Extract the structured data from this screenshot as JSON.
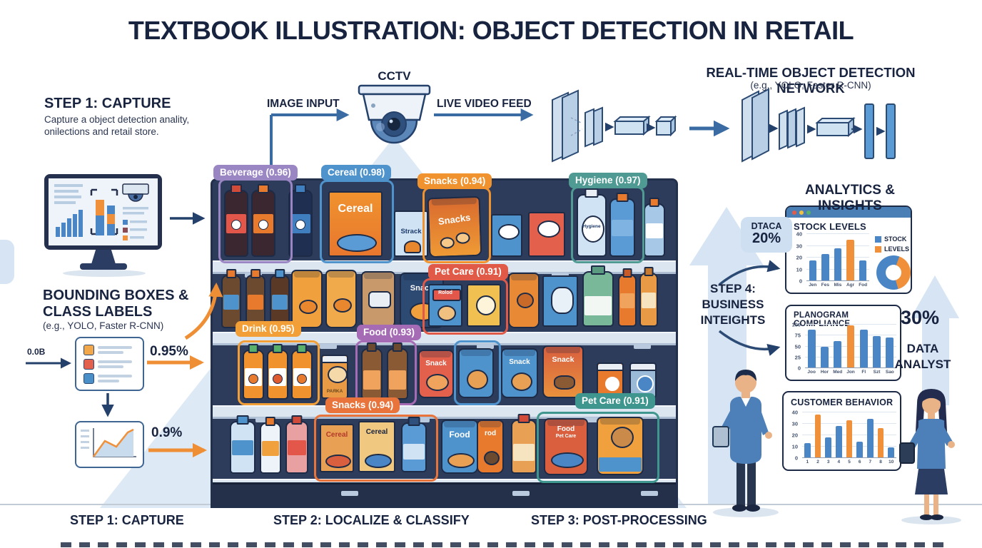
{
  "title": "TEXTBOOK ILLUSTRATION: OBJECT DETECTION IN RETAIL",
  "step1": {
    "heading": "STEP 1: CAPTURE",
    "desc_line1": "Capture a object detection anality,",
    "desc_line2": "onilections and retail store."
  },
  "capture": {
    "cctv": "CCTV",
    "image_input": "IMAGE INPUT",
    "live_video_feed": "LIVE VIDEO FEED"
  },
  "network": {
    "title": "REAL-TIME OBJECT DETECTION NETWORK",
    "subtitle": "(e.g., YOLO, Faster R-CNN)"
  },
  "bounding": {
    "heading_line1": "BOUNDING BOXES &",
    "heading_line2": "CLASS LABELS",
    "subtitle": "(e.g., YOLO, Faster R-CNN)",
    "input_label": "0.0B",
    "conf_top": "0.95%",
    "conf_bottom": "0.9%"
  },
  "detections": [
    {
      "label": "Beverage (0.96)",
      "color": "#9b86c4"
    },
    {
      "label": "Cereal (0.98)",
      "color": "#4f93cd"
    },
    {
      "label": "Snacks (0.94)",
      "color": "#f0922e"
    },
    {
      "label": "Hygiene (0.97)",
      "color": "#4f9b94"
    },
    {
      "label": "Pet Care (0.91)",
      "color": "#e05a47"
    },
    {
      "label": "Drink (0.95)",
      "color": "#f29f38"
    },
    {
      "label": "Food (0.93)",
      "color": "#a66bb5"
    },
    {
      "label": "Snacks (0.94)",
      "color": "#e8743c"
    },
    {
      "label": "Pet Care (0.91)",
      "color": "#3f968e"
    }
  ],
  "products": {
    "cereal_box": "Cereal",
    "strack_pack": "Strack",
    "snacks_bag": "Snacks",
    "hygiene_bottle": "Hygiene",
    "snack_bag_row2": "Snack",
    "rolod_pack": "Rolod",
    "jar_label": "PAЯKA",
    "snack_red_row3": "Snack",
    "snack_blue_row3": "Snack",
    "snack_orange_row3": "Snack",
    "cereal_small_left": "Cereal",
    "cereal_small_right": "Cereal",
    "food_bag": "Food",
    "rod_bag": "rod",
    "petfood_line1": "Food",
    "petfood_line2": "Pet Care"
  },
  "analytics": {
    "heading": "ANALYTICS & INSIGHTS",
    "bubble_label": "DTACA",
    "bubble_value": "20%",
    "step4_line1": "STEP 4:",
    "step4_line2": "BUSINESS",
    "step4_line3": "INTEIGHTS",
    "pct": "30%",
    "analyst_line1": "DATA",
    "analyst_line2": "ANALYST"
  },
  "chart_data": [
    {
      "type": "bar",
      "title": "STOCK LEVELS",
      "categories": [
        "Jen",
        "Fes",
        "Mis",
        "Agr",
        "Fod"
      ],
      "values": [
        17,
        23,
        28,
        35,
        17
      ],
      "highlight_index": 3,
      "yticks": [
        0,
        10,
        20,
        30,
        40
      ],
      "ylim": [
        0,
        40
      ],
      "bar_color": "#4a86c5",
      "highlight_color": "#f0903a",
      "legend": [
        "STOCK",
        "LEVELS"
      ],
      "legend_colors": [
        "#4a86c5",
        "#f0903a"
      ],
      "donut": {
        "segments": [
          {
            "color": "#f0903a",
            "value": 40
          },
          {
            "color": "#4a86c5",
            "value": 60
          }
        ]
      }
    },
    {
      "type": "bar",
      "title": "PLANOGRAM COMPLIANCE",
      "categories": [
        "Joo",
        "Hor",
        "Med",
        "Jon",
        "Fl",
        "Szt",
        "Sao"
      ],
      "values": [
        88,
        49,
        62,
        98,
        88,
        74,
        70
      ],
      "highlight_index": 3,
      "yticks": [
        0,
        25,
        50,
        75,
        100
      ],
      "ylim": [
        0,
        100
      ],
      "bar_color": "#4a86c5",
      "highlight_color": "#f0903a"
    },
    {
      "type": "bar",
      "title": "CUSTOMER BEHAVIOR",
      "categories": [
        "1",
        "2",
        "3",
        "4",
        "5",
        "6",
        "7",
        "8",
        "10"
      ],
      "values": [
        13,
        38,
        18,
        28,
        33,
        14,
        34,
        26,
        9
      ],
      "highlight_indices": [
        1,
        4,
        7
      ],
      "yticks": [
        0,
        10,
        20,
        30,
        40
      ],
      "ylim": [
        0,
        40
      ],
      "bar_color": "#4a86c5",
      "highlight_color": "#f0903a"
    }
  ],
  "footer": {
    "step1": "STEP 1: CAPTURE",
    "step2": "STEP 2: LOCALIZE & CLASSIFY",
    "step3": "STEP 3: POST-PROCESSING"
  }
}
